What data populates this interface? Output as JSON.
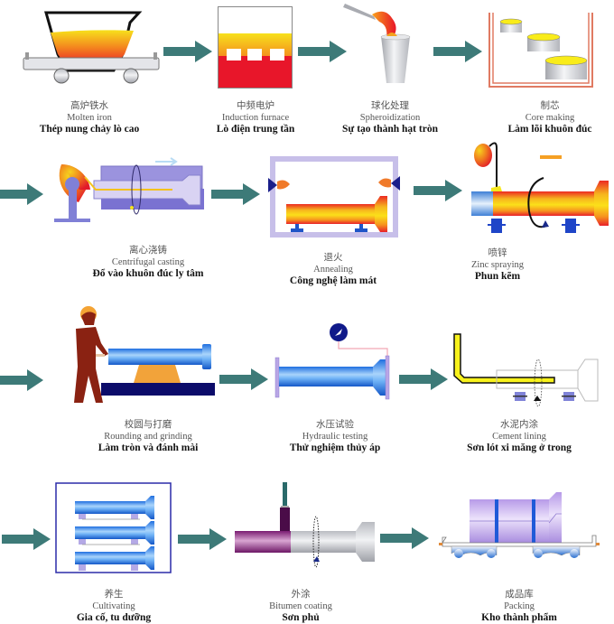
{
  "title": "Ductile iron pipe production process",
  "arrow_color": "#3d7a78",
  "steps": [
    {
      "zh": "高炉铁水",
      "en": "Molten iron",
      "vi": "Thép nung chảy lò cao"
    },
    {
      "zh": "中频电炉",
      "en": "Induction furnace",
      "vi": "Lò điện trung tần"
    },
    {
      "zh": "球化处理",
      "en": "Spheroidization",
      "vi": "Sự tạo thành hạt tròn"
    },
    {
      "zh": "制芯",
      "en": "Core making",
      "vi": "Làm lõi khuôn đúc"
    },
    {
      "zh": "离心浇铸",
      "en": "Centrifugal casting",
      "vi": "Đổ vào khuôn đúc ly tâm"
    },
    {
      "zh": "退火",
      "en": "Annealing",
      "vi": "Công nghệ làm mát"
    },
    {
      "zh": "喷锌",
      "en": "Zinc spraying",
      "vi": "Phun kẽm"
    },
    {
      "zh": "校圆与打磨",
      "en": "Rounding and grinding",
      "vi": "Làm tròn và đánh mài"
    },
    {
      "zh": "水压试验",
      "en": "Hydraulic testing",
      "vi": "Thử nghiệm thủy áp"
    },
    {
      "zh": "水泥内涂",
      "en": "Cement lining",
      "vi": "Sơn lót xi măng ở trong"
    },
    {
      "zh": "养生",
      "en": "Cultivating",
      "vi": "Gia cố, tu dưỡng"
    },
    {
      "zh": "外涂",
      "en": "Bitumen coating",
      "vi": "Sơn phủ"
    },
    {
      "zh": "成品库",
      "en": "Packing",
      "vi": "Kho thành phẩm"
    }
  ]
}
